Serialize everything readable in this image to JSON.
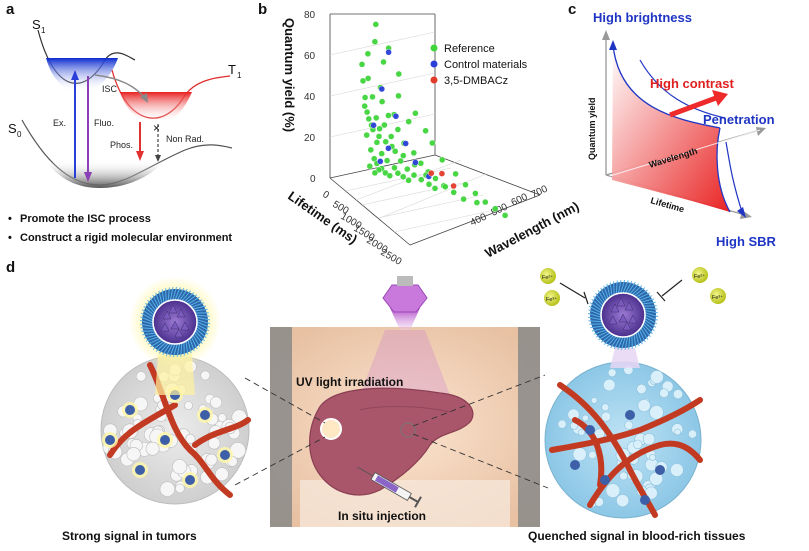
{
  "panel_a": {
    "label": "a",
    "s1": "S",
    "s1_sub": "1",
    "s0": "S",
    "s0_sub": "0",
    "t1": "T",
    "t1_sub": "1",
    "isc": "ISC",
    "ex": "Ex.",
    "fluo": "Fluo.",
    "phos": "Phos.",
    "nonrad": "Non Rad.",
    "bullets": [
      "Promote the ISC process",
      "Construct a rigid molecular environment"
    ],
    "colors": {
      "s1": "#1f3fd6",
      "t1": "#e03030",
      "s0": "#666666"
    }
  },
  "panel_b": {
    "label": "b",
    "legend": [
      {
        "name": "Reference",
        "color": "#3fd43a"
      },
      {
        "name": "Control materials",
        "color": "#2a3fd9"
      },
      {
        "name": "3,5-DMBACz",
        "color": "#e23a2a"
      }
    ]
  },
  "chart_data": {
    "type": "scatter",
    "title": "",
    "xlabel": "Lifetime (ms)",
    "ylabel": "Quantum yield (%)",
    "zlabel": "Wavelength (nm)",
    "xlim": [
      0,
      2500
    ],
    "ylim": [
      0,
      80
    ],
    "zlim": [
      400,
      700
    ],
    "x_ticks": [
      "0",
      "500",
      "1000",
      "1500",
      "2000",
      "2500"
    ],
    "y_ticks": [
      "0",
      "20",
      "40",
      "60",
      "80"
    ],
    "z_ticks": [
      "400",
      "500",
      "600",
      "700"
    ],
    "series": [
      {
        "name": "Reference",
        "color": "#3fd43a",
        "points": [
          [
            120,
            72,
            520
          ],
          [
            200,
            65,
            510
          ],
          [
            300,
            62,
            540
          ],
          [
            90,
            58,
            500
          ],
          [
            250,
            55,
            530
          ],
          [
            400,
            50,
            560
          ],
          [
            150,
            47,
            495
          ],
          [
            320,
            44,
            515
          ],
          [
            500,
            41,
            550
          ],
          [
            180,
            38,
            505
          ],
          [
            260,
            36,
            525
          ],
          [
            700,
            34,
            580
          ],
          [
            100,
            33,
            490
          ],
          [
            420,
            31,
            545
          ],
          [
            350,
            30,
            535
          ],
          [
            600,
            29,
            570
          ],
          [
            220,
            28,
            512
          ],
          [
            140,
            27,
            498
          ],
          [
            800,
            26,
            600
          ],
          [
            300,
            25,
            528
          ],
          [
            460,
            24,
            552
          ],
          [
            260,
            23,
            518
          ],
          [
            180,
            22,
            506
          ],
          [
            900,
            21,
            610
          ],
          [
            380,
            20,
            540
          ],
          [
            120,
            19,
            494
          ],
          [
            540,
            18,
            562
          ],
          [
            320,
            17,
            530
          ],
          [
            220,
            16,
            514
          ],
          [
            1100,
            15,
            620
          ],
          [
            650,
            14,
            580
          ],
          [
            420,
            13,
            548
          ],
          [
            160,
            12,
            502
          ],
          [
            280,
            11,
            522
          ],
          [
            1300,
            10,
            640
          ],
          [
            760,
            10,
            590
          ],
          [
            500,
            9,
            556
          ],
          [
            200,
            8,
            508
          ],
          [
            340,
            8,
            532
          ],
          [
            1500,
            7,
            650
          ],
          [
            880,
            7,
            600
          ],
          [
            600,
            6,
            566
          ],
          [
            240,
            6,
            512
          ],
          [
            420,
            5,
            546
          ],
          [
            1700,
            5,
            660
          ],
          [
            1000,
            5,
            610
          ],
          [
            700,
            4,
            576
          ],
          [
            300,
            4,
            520
          ],
          [
            150,
            4,
            500
          ],
          [
            1900,
            3,
            670
          ],
          [
            1150,
            3,
            620
          ],
          [
            820,
            3,
            586
          ],
          [
            480,
            3,
            550
          ],
          [
            260,
            3,
            516
          ],
          [
            2100,
            2,
            680
          ],
          [
            1350,
            2,
            630
          ],
          [
            950,
            2,
            596
          ],
          [
            560,
            2,
            558
          ],
          [
            330,
            2,
            528
          ],
          [
            2300,
            1,
            690
          ],
          [
            1550,
            1,
            640
          ],
          [
            1050,
            1,
            604
          ],
          [
            640,
            1,
            566
          ],
          [
            380,
            1,
            536
          ],
          [
            200,
            1,
            510
          ],
          [
            1800,
            2,
            655
          ],
          [
            1250,
            4,
            615
          ],
          [
            900,
            6,
            592
          ],
          [
            700,
            9,
            578
          ],
          [
            540,
            12,
            560
          ],
          [
            380,
            15,
            542
          ],
          [
            240,
            19,
            518
          ],
          [
            160,
            24,
            504
          ],
          [
            110,
            30,
            496
          ],
          [
            90,
            37,
            492
          ],
          [
            70,
            45,
            488
          ],
          [
            60,
            53,
            486
          ]
        ]
      },
      {
        "name": "Control materials",
        "color": "#2a3fd9",
        "points": [
          [
            300,
            60,
            540
          ],
          [
            250,
            42,
            525
          ],
          [
            420,
            30,
            550
          ],
          [
            180,
            24,
            508
          ],
          [
            560,
            18,
            565
          ],
          [
            350,
            14,
            535
          ],
          [
            700,
            10,
            580
          ],
          [
            260,
            7,
            520
          ],
          [
            900,
            5,
            600
          ]
        ]
      },
      {
        "name": "3,5-DMBACz",
        "color": "#e23a2a",
        "points": [
          [
            1200,
            10,
            610
          ],
          [
            1400,
            6,
            625
          ],
          [
            1000,
            8,
            598
          ]
        ]
      }
    ]
  },
  "panel_c": {
    "label": "c",
    "high_brightness": "High brightness",
    "high_contrast": "High contrast",
    "penetration": "Penetration",
    "high_sbr": "High SBR",
    "axis_y": "Quantum yield",
    "axis_x": "Lifetime",
    "axis_z": "Wavelength"
  },
  "panel_d": {
    "label": "d",
    "uv_light": "UV light irradiation",
    "injection": "In situ injection",
    "left_caption": "Strong signal in tumors",
    "right_caption": "Quenched signal in blood-rich tissues",
    "ion_labels": [
      "Fe²⁺",
      "Fe³⁺",
      "Fe²⁺",
      "Fe³⁺"
    ]
  }
}
